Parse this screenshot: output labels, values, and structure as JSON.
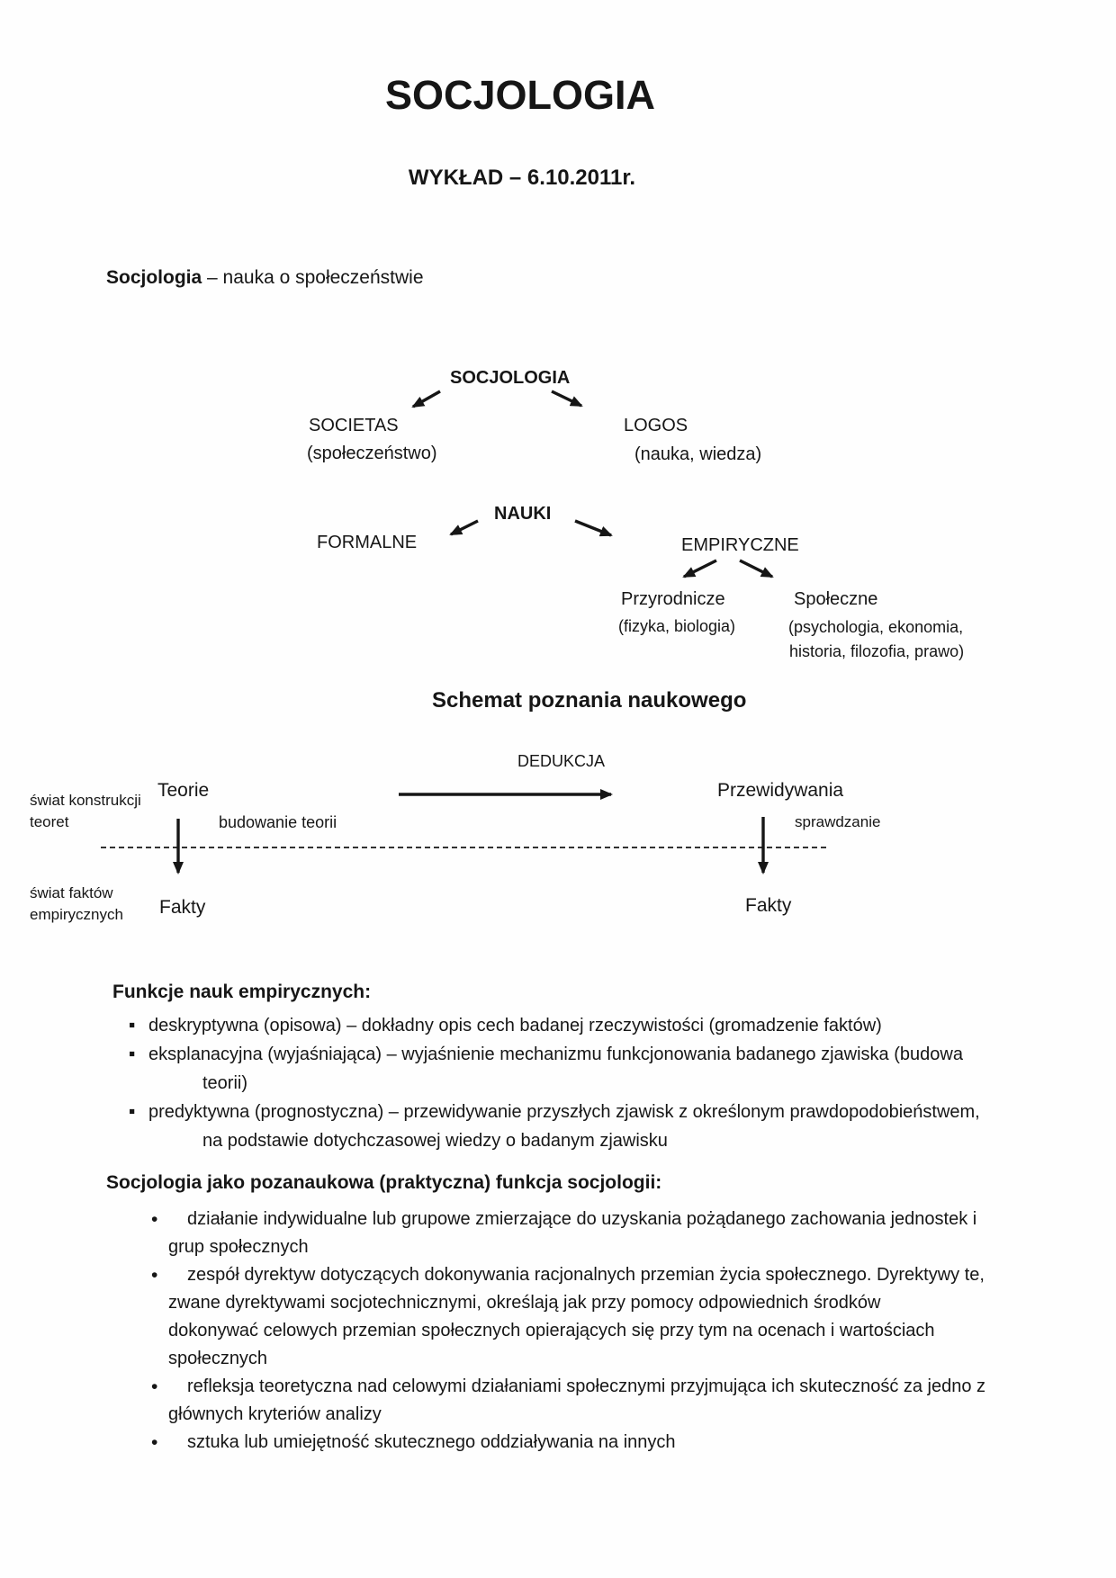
{
  "page": {
    "title": "SOCJOLOGIA",
    "subtitle": "WYKŁAD – 6.10.2011r.",
    "intro": {
      "term": "Socjologia",
      "rest": " – nauka o społeczeństwie"
    }
  },
  "diagram_etymology": {
    "root": "SOCJOLOGIA",
    "left": {
      "name": "SOCIETAS",
      "gloss": "(społeczeństwo)"
    },
    "right": {
      "name": "LOGOS",
      "gloss": "(nauka, wiedza)"
    }
  },
  "diagram_sciences": {
    "root": "NAUKI",
    "left": {
      "name": "FORMALNE"
    },
    "right": {
      "name": "EMPIRYCZNE",
      "children": [
        {
          "name": "Przyrodnicze",
          "gloss": "(fizyka, biologia)"
        },
        {
          "name": "Społeczne",
          "gloss_line1": "(psychologia, ekonomia,",
          "gloss_line2": "historia, filozofia, prawo)"
        }
      ]
    }
  },
  "schema": {
    "heading": "Schemat poznania naukowego",
    "dedukcja": "DEDUKCJA",
    "teorie": "Teorie",
    "przewidywania": "Przewidywania",
    "budowanie_teorii": "budowanie teorii",
    "sprawdzanie": "sprawdzanie",
    "world_theory_line1": "świat konstrukcji",
    "world_theory_line2": "teoret",
    "world_facts_line1": "świat faktów",
    "world_facts_line2": "empirycznych",
    "fakty_left": "Fakty",
    "fakty_right": "Fakty"
  },
  "sections": {
    "funkcje": {
      "heading": "Funkcje nauk empirycznych:",
      "bullet": "▪",
      "items": [
        {
          "lines": [
            "deskryptywna (opisowa) – dokładny opis cech badanej rzeczywistości (gromadzenie faktów)"
          ]
        },
        {
          "lines": [
            "eksplanacyjna (wyjaśniająca) – wyjaśnienie mechanizmu funkcjonowania badanego zjawiska (budowa",
            "teorii)"
          ]
        },
        {
          "lines": [
            "predyktywna (prognostyczna) – przewidywanie przyszłych zjawisk z określonym prawdopodobieństwem,",
            "na podstawie dotychczasowej wiedzy o badanym zjawisku"
          ]
        }
      ]
    },
    "praktyczna": {
      "heading": "Socjologia jako pozanaukowa (praktyczna) funkcja socjologii:",
      "bullet": "•",
      "items": [
        {
          "lines": [
            "działanie indywidualne lub grupowe zmierzające do uzyskania pożądanego zachowania jednostek i",
            "grup społecznych"
          ]
        },
        {
          "lines": [
            "zespół dyrektyw dotyczących dokonywania racjonalnych przemian życia społecznego. Dyrektywy te,",
            "zwane dyrektywami socjotechnicznymi, określają jak przy pomocy odpowiednich środków",
            "dokonywać celowych przemian społecznych opierających się przy tym na ocenach i wartościach",
            "społecznych"
          ]
        },
        {
          "lines": [
            "refleksja teoretyczna nad celowymi działaniami społecznymi przyjmująca ich skuteczność za jedno z",
            "głównych kryteriów analizy"
          ]
        },
        {
          "lines": [
            "sztuka lub umiejętność skutecznego oddziaływania na innych"
          ]
        }
      ]
    }
  }
}
